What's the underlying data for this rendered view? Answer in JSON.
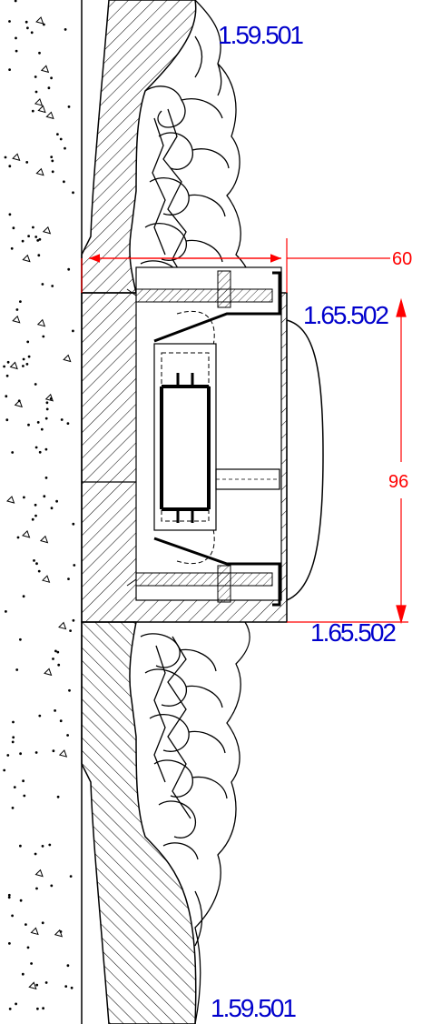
{
  "labels": {
    "top_ref": "1.59.501",
    "bottom_ref": "1.59.501",
    "upper_bracket_ref": "1.65.502",
    "lower_bracket_ref": "1.65.502"
  },
  "dimensions": {
    "width": "60",
    "height": "96"
  },
  "colors": {
    "label_blue": "#0000cc",
    "dimension_red": "#ff0000",
    "line_black": "#000000",
    "background": "#ffffff"
  }
}
